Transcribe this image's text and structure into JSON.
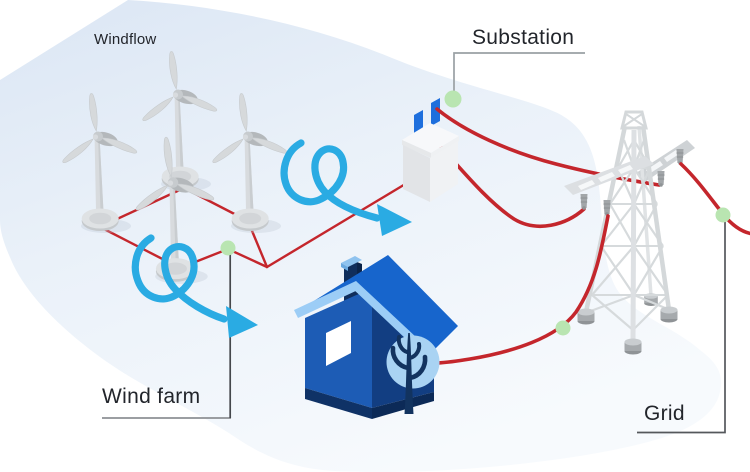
{
  "diagram": {
    "title": "Wind energy flow illustration",
    "labels": {
      "windflow": "Windflow",
      "substation": "Substation",
      "wind_farm": "Wind farm",
      "grid": "Grid"
    },
    "components": [
      {
        "name": "wind-farm",
        "icon": "wind-turbine-icon",
        "turbine_count": 4
      },
      {
        "name": "substation",
        "icon": "transformer-box-icon"
      },
      {
        "name": "home",
        "icon": "house-icon"
      },
      {
        "name": "grid",
        "icon": "transmission-tower-icon"
      }
    ],
    "connection_node_count": 4,
    "flow_arrow_count": 2
  },
  "colors": {
    "background_blob": "#E2EBF7",
    "wire_red": "#C4262C",
    "flow_arrow_blue": "#2AABE3",
    "node_green": "#B9E5B1",
    "house_roof_blue": "#1765CC",
    "house_wall_blue": "#1D5CB5",
    "house_wall_dark_blue": "#123E82",
    "house_trim_blue": "#9CCDF6",
    "tree_circle_blue": "#A9D3F3",
    "substation_fin_blue": "#1E6FDD",
    "equipment_gray": "#D6D9DC",
    "leader_gray": "#8D9094",
    "label_text": "#22252B"
  }
}
